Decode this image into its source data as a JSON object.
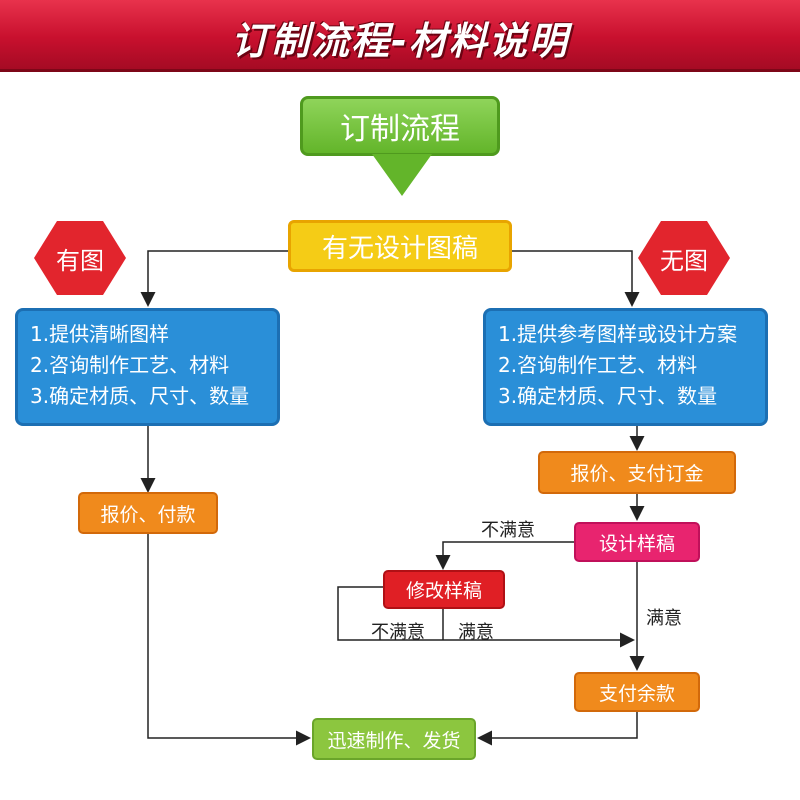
{
  "banner": {
    "title": "订制流程-材料说明"
  },
  "flow": {
    "header": "订制流程",
    "question": "有无设计图稿",
    "has_badge": "有图",
    "no_badge": "无图",
    "left_steps": [
      "1.提供清晰图样",
      "2.咨询制作工艺、材料",
      "3.确定材质、尺寸、数量"
    ],
    "right_steps": [
      "1.提供参考图样或设计方案",
      "2.咨询制作工艺、材料",
      "3.确定材质、尺寸、数量"
    ],
    "left_quote": "报价、付款",
    "right_quote": "报价、支付订金",
    "design": "设计样稿",
    "revise": "修改样稿",
    "pay_balance": "支付余款",
    "finish": "迅速制作、发货",
    "unsatisfied": "不满意",
    "satisfied": "满意"
  },
  "colors": {
    "banner": "#c8102e",
    "green": "#63b52a",
    "yellow": "#f5cc16",
    "blue": "#2a8fd8",
    "orange": "#f08a1c",
    "pink": "#e8246f",
    "red": "#e01f25"
  }
}
